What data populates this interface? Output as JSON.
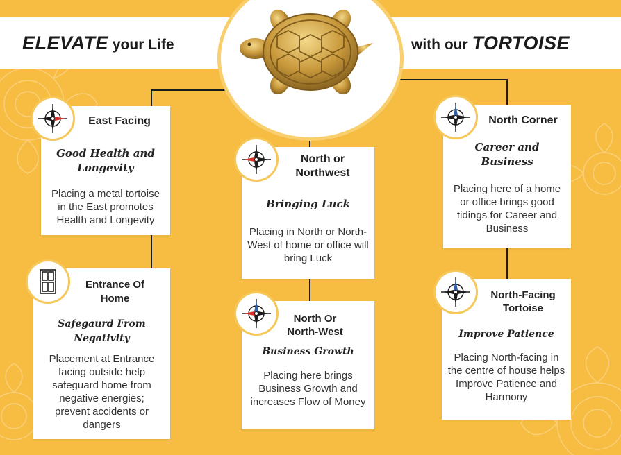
{
  "header": {
    "left_emph": "ELEVATE",
    "left_rest": "your Life",
    "right_prefix": "with our",
    "right_emph": "TORTOISE"
  },
  "colors": {
    "background": "#f7bd43",
    "card": "#ffffff",
    "connector": "#1b1b1b",
    "badge_ring": "#f6c75a"
  },
  "cards": {
    "east": {
      "icon": "compass-icon",
      "title": "East Facing",
      "subtitle": "Good Health and Longevity",
      "body": "Placing a metal tortoise in the East promotes Health and Longevity"
    },
    "entrance": {
      "icon": "door-icon",
      "title": "Entrance Of Home",
      "subtitle": "Safegaurd From Negativity",
      "body": "Placement at Entrance facing outside help safeguard home from negative energies; prevent accidents or dangers"
    },
    "north_nw": {
      "icon": "compass-icon",
      "title": "North or Northwest",
      "subtitle": "Bringing Luck",
      "body": "Placing in North or North-West of home or office will bring Luck"
    },
    "north_nw_business": {
      "icon": "compass-icon",
      "title": "North Or North-West",
      "subtitle": "Business Growth",
      "body": "Placing here brings Business Growth and increases Flow of Money"
    },
    "north_corner": {
      "icon": "compass-icon",
      "title": "North Corner",
      "subtitle": "Career and Business",
      "body": "Placing here of a home or office brings good tidings for Career and Business"
    },
    "north_facing": {
      "icon": "compass-icon",
      "title": "North-Facing Tortoise",
      "subtitle": "Improve Patience",
      "body": "Placing North-facing in the centre of house helps Improve Patience and Harmony"
    }
  }
}
